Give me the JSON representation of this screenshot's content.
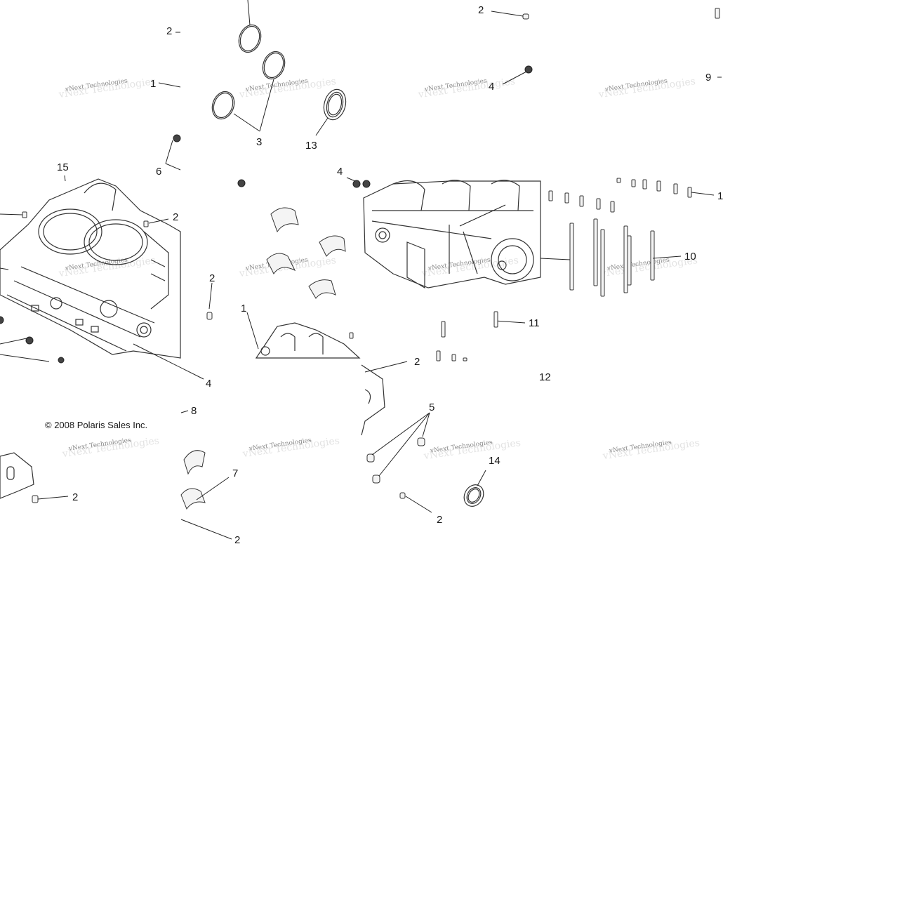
{
  "callouts": [
    {
      "id": "c1",
      "label": "2"
    },
    {
      "id": "c2",
      "label": "1"
    },
    {
      "id": "c3",
      "label": "3"
    },
    {
      "id": "c4",
      "label": "13"
    },
    {
      "id": "c5",
      "label": "2"
    },
    {
      "id": "c6",
      "label": "4"
    },
    {
      "id": "c7",
      "label": "9"
    },
    {
      "id": "c8",
      "label": "6"
    },
    {
      "id": "c9",
      "label": "15"
    },
    {
      "id": "c10",
      "label": "2"
    },
    {
      "id": "c11",
      "label": "4"
    },
    {
      "id": "c12",
      "label": "1"
    },
    {
      "id": "c13",
      "label": "10"
    },
    {
      "id": "c14",
      "label": "2"
    },
    {
      "id": "c15",
      "label": "1"
    },
    {
      "id": "c16",
      "label": "11"
    },
    {
      "id": "c17",
      "label": "4"
    },
    {
      "id": "c18",
      "label": "2"
    },
    {
      "id": "c19",
      "label": "12"
    },
    {
      "id": "c20",
      "label": "8"
    },
    {
      "id": "c21",
      "label": "5"
    },
    {
      "id": "c22",
      "label": "14"
    },
    {
      "id": "c23",
      "label": "7"
    },
    {
      "id": "c24",
      "label": "2"
    },
    {
      "id": "c25",
      "label": "2"
    },
    {
      "id": "c26",
      "label": "2"
    }
  ],
  "copyright": "© 2008 Polaris Sales Inc.",
  "watermark": "vNext Technologies"
}
